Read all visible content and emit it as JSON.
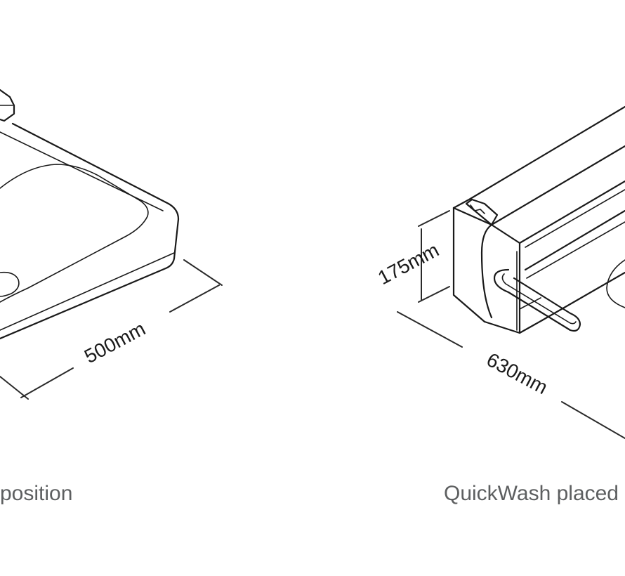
{
  "left_view": {
    "width_dimension": "500mm",
    "caption": "position"
  },
  "right_view": {
    "height_dimension": "175mm",
    "width_dimension": "630mm",
    "caption": "QuickWash placed"
  },
  "colors": {
    "line": "#1a1a1a",
    "caption_text": "#5d5f60",
    "background": "#ffffff"
  }
}
